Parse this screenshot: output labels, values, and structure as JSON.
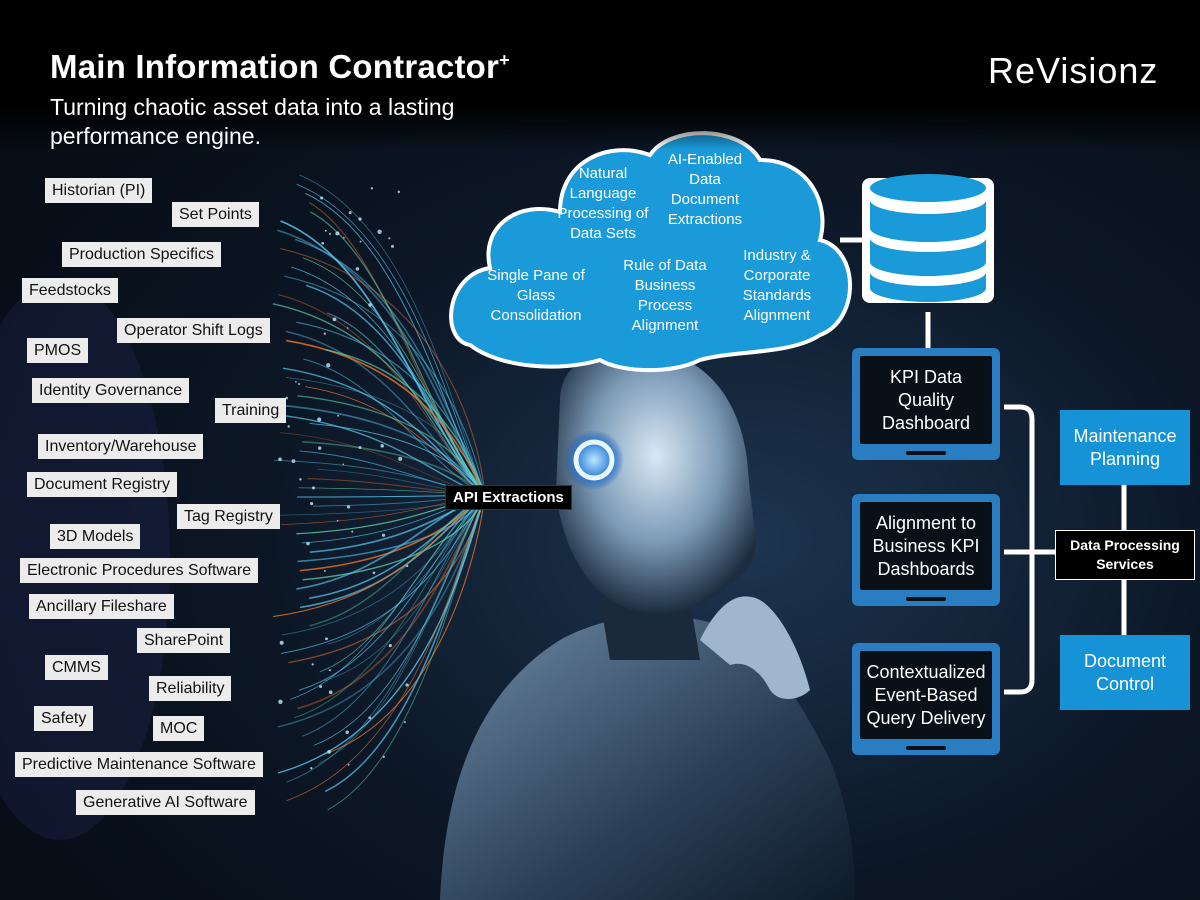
{
  "header": {
    "title": "Main Information Contractor",
    "title_mark": "+",
    "subtitle": "Turning chaotic asset data into a lasting performance engine.",
    "logo_text": "ReVisionz"
  },
  "sources": [
    "Historian (PI)",
    "Set Points",
    "Production Specifics",
    "Feedstocks",
    "Operator Shift Logs",
    "PMOS",
    "Identity Governance",
    "Training",
    "Inventory/Warehouse",
    "Document Registry",
    "Tag Registry",
    "3D Models",
    "Electronic Procedures Software",
    "Ancillary Fileshare",
    "SharePoint",
    "CMMS",
    "Reliability",
    "Safety",
    "MOC",
    "Predictive Maintenance Software",
    "Generative AI Software"
  ],
  "api_label": "API Extractions",
  "cloud": {
    "nlp": "Natural Language Processing of Data Sets",
    "ai_extract": "AI-Enabled Data Document Extractions",
    "single_pane": "Single Pane of Glass Consolidation",
    "rule_of_data": "Rule of Data Business Process Alignment",
    "standards": "Industry & Corporate Standards Alignment"
  },
  "dashboards": {
    "kpi_quality": "KPI Data Quality Dashboard",
    "alignment": "Alignment to Business KPI Dashboards",
    "contextualized": "Contextualized Event-Based Query Delivery"
  },
  "services": {
    "maintenance": "Maintenance Planning",
    "hub": "Data Processing Services",
    "document": "Document Control"
  },
  "colors": {
    "accent_blue": "#1593d6",
    "cloud_blue": "#1a9ad8",
    "fiber_cyan": "#58c8f0",
    "fiber_orange": "#e8722a",
    "fiber_green": "#5fd0a8"
  },
  "icons": {
    "database": "database-icon",
    "robot": "robot-figure"
  }
}
